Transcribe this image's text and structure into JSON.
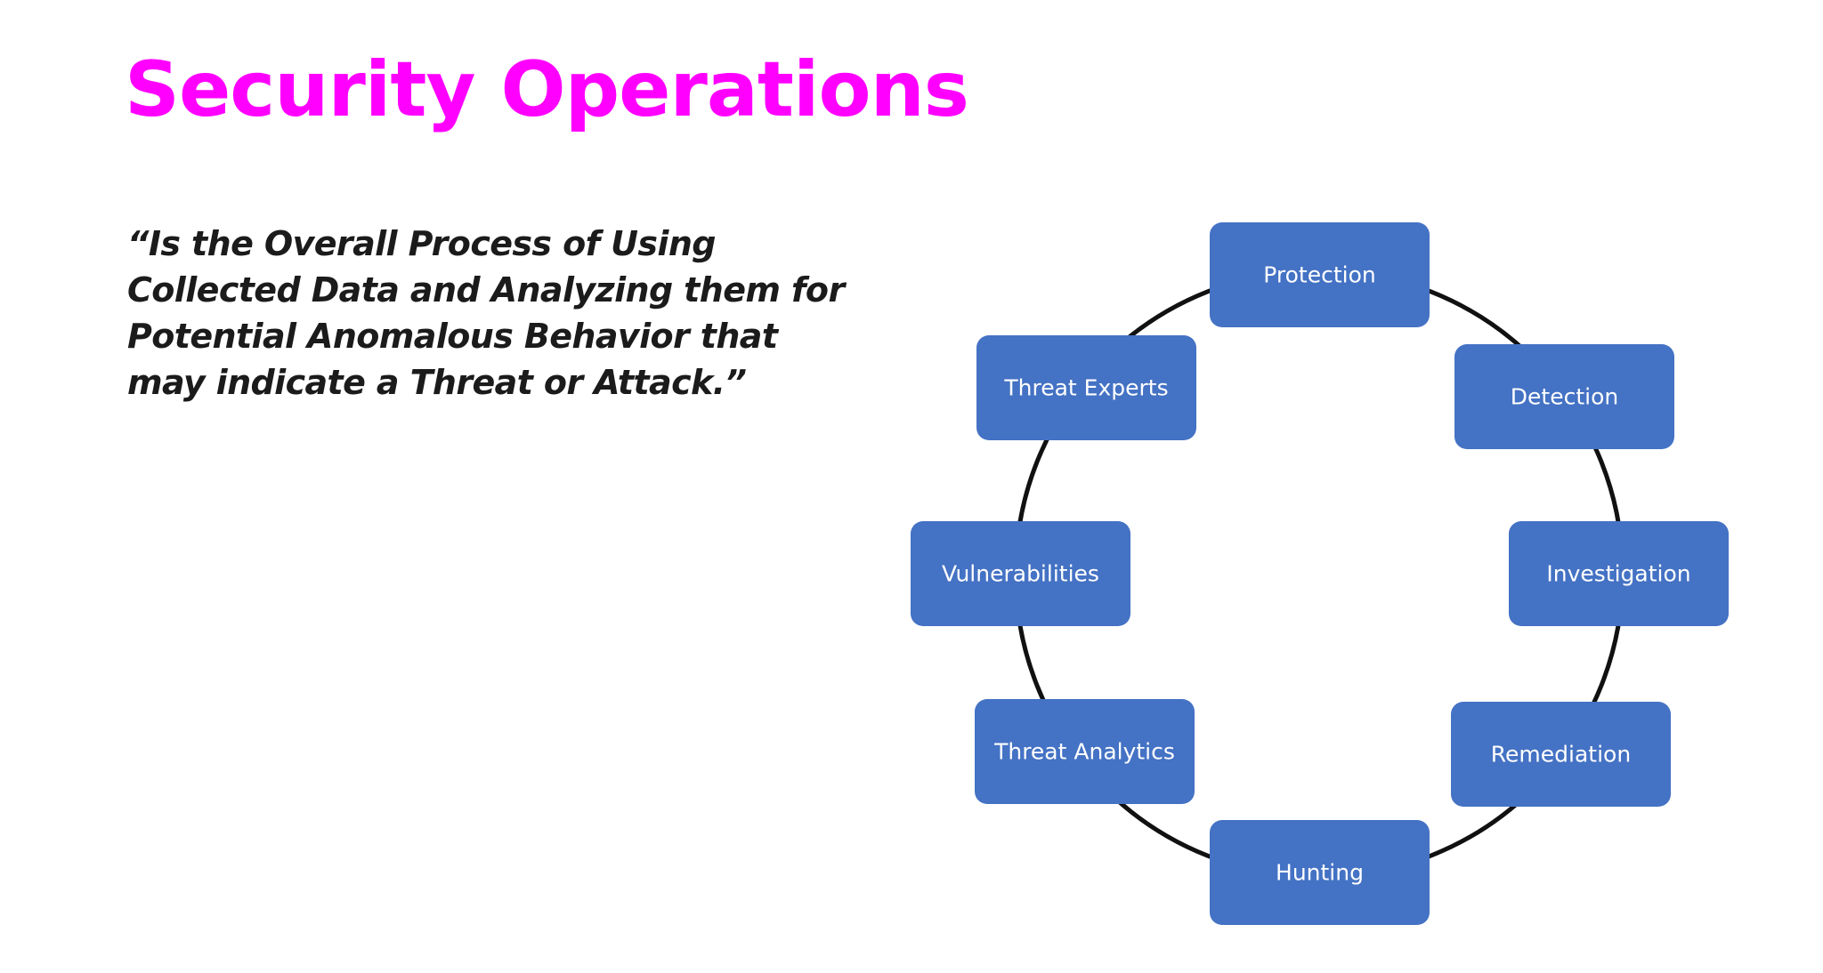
{
  "slide": {
    "title": "Security Operations",
    "title_color": "#ff00ff",
    "quote_lines": [
      "“Is the Overall Process of Using",
      "Collected Data and Analyzing them for",
      "Potential Anomalous Behavior that",
      "may indicate a Threat or Attack.”"
    ]
  },
  "diagram": {
    "box_color": "#4472c4",
    "ring_color": "#111111",
    "nodes": [
      "Protection",
      "Detection",
      "Investigation",
      "Remediation",
      "Hunting",
      "Threat Analytics",
      "Vulnerabilities",
      "Threat Experts"
    ]
  }
}
